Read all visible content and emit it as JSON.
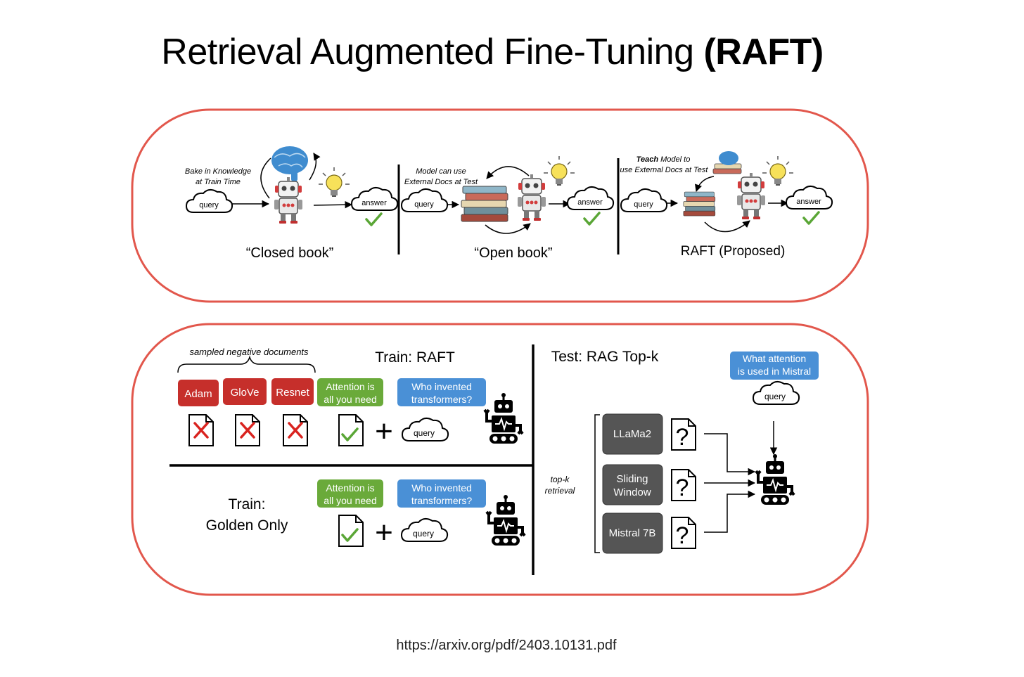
{
  "title": {
    "main": "Retrieval Augmented Fine-Tuning ",
    "bold": "(RAFT)"
  },
  "top_panel": {
    "closed_book": {
      "caption": "“Closed book”",
      "note_line1": "Bake in Knowledge",
      "note_line2": "at Train Time",
      "query": "query",
      "answer": "answer"
    },
    "open_book": {
      "caption": "“Open book”",
      "note_line1": "Model can use",
      "note_line2": "External Docs at Test",
      "query": "query",
      "answer": "answer"
    },
    "raft": {
      "caption": "RAFT (Proposed)",
      "note_bold": "Teach",
      "note_rest": " Model to",
      "note_line2": "use External Docs at Test",
      "query": "query",
      "answer": "answer"
    }
  },
  "bottom_panel": {
    "train_raft": {
      "heading": "Train: RAFT",
      "brace_label": "sampled negative documents",
      "negatives": [
        "Adam",
        "GloVe",
        "Resnet"
      ],
      "golden_line1": "Attention is",
      "golden_line2": "all you need",
      "question_line1": "Who invented",
      "question_line2": "transformers?",
      "query": "query"
    },
    "train_golden": {
      "heading_line1": "Train:",
      "heading_line2": "Golden Only",
      "golden_line1": "Attention is",
      "golden_line2": "all you need",
      "question_line1": "Who invented",
      "question_line2": "transformers?",
      "query": "query"
    },
    "test_rag": {
      "heading": "Test: RAG Top-k",
      "retrieval_line1": "top-k",
      "retrieval_line2": "retrieval",
      "docs": [
        {
          "line1": "LLaMa2",
          "line2": ""
        },
        {
          "line1": "Sliding",
          "line2": "Window"
        },
        {
          "line1": "Mistral 7B",
          "line2": ""
        }
      ],
      "question_line1": "What attention",
      "question_line2": "is used in Mistral",
      "query": "query"
    }
  },
  "colors": {
    "panel_border": "#e2574c",
    "negative": "#c62f2b",
    "golden": "#6aaa3a",
    "question": "#4a90d6",
    "doc_box": "#555555",
    "check": "#5aa636",
    "cross": "#d9231f"
  },
  "footer_url": "https://arxiv.org/pdf/2403.10131.pdf"
}
